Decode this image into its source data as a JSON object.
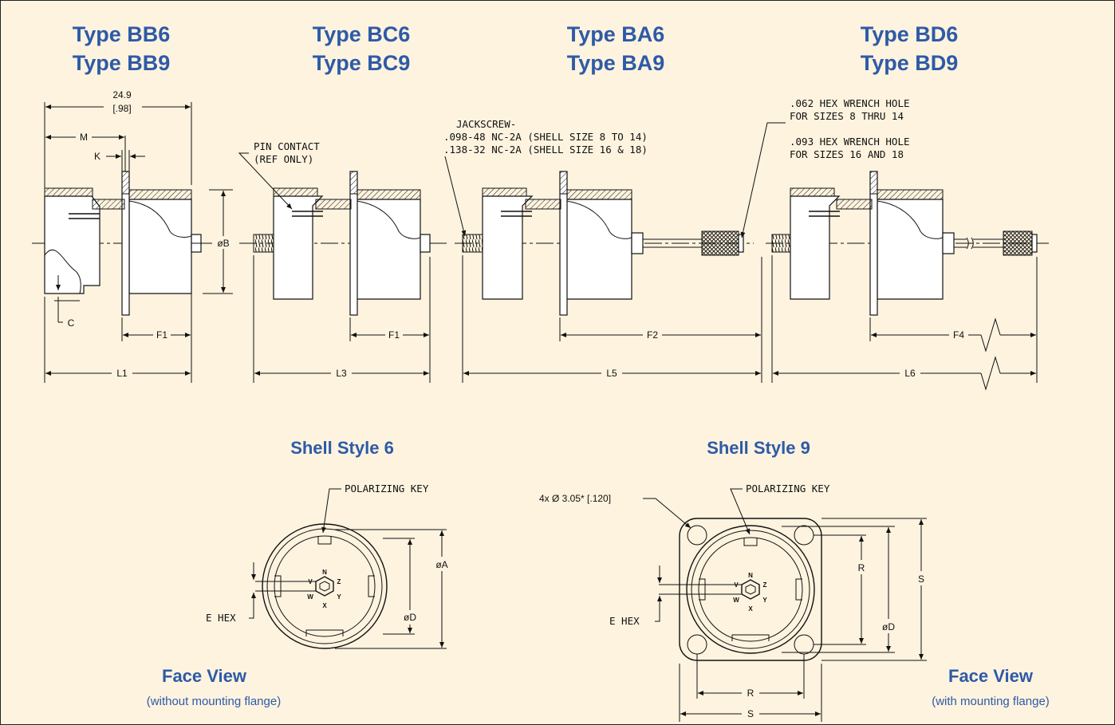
{
  "headings": {
    "bb": [
      "Type BB6",
      "Type BB9"
    ],
    "bc": [
      "Type BC6",
      "Type BC9"
    ],
    "ba": [
      "Type BA6",
      "Type BA9"
    ],
    "bd": [
      "Type BD6",
      "Type BD9"
    ]
  },
  "dims": {
    "overall": "24.9",
    "overall_in": "[.98]",
    "m": "M",
    "k": "K",
    "b": "øB",
    "c": "C",
    "f1": "F1",
    "f2": "F2",
    "f4": "F4",
    "l1": "L1",
    "l3": "L3",
    "l5": "L5",
    "l6": "L6",
    "a": "øA",
    "d": "øD",
    "r": "R",
    "s": "S"
  },
  "notes": {
    "pin_contact": [
      "PIN CONTACT",
      "(REF ONLY)"
    ],
    "jackscrew": [
      "JACKSCREW-",
      ".098-48 NC-2A (SHELL SIZE 8 TO 14)",
      ".138-32 NC-2A (SHELL SIZE 16 & 18)"
    ],
    "hex_wrench": [
      ".062 HEX WRENCH HOLE",
      "FOR SIZES 8 THRU 14",
      ".093 HEX WRENCH HOLE",
      "FOR SIZES 16 AND 18"
    ],
    "polarizing_key": "POLARIZING KEY",
    "e_hex": "E HEX",
    "holes": "4x Ø 3.05* [.120]"
  },
  "face_letters": [
    "N",
    "Z",
    "Y",
    "X",
    "W",
    "V"
  ],
  "shell6": {
    "title": "Shell Style 6",
    "caption": "Face View",
    "sub": "(without mounting flange)"
  },
  "shell9": {
    "title": "Shell Style 9",
    "caption": "Face View",
    "sub": "(with mounting flange)"
  },
  "colors": {
    "background": "#fdf3df",
    "heading": "#2e5aa7",
    "line": "#111111"
  }
}
